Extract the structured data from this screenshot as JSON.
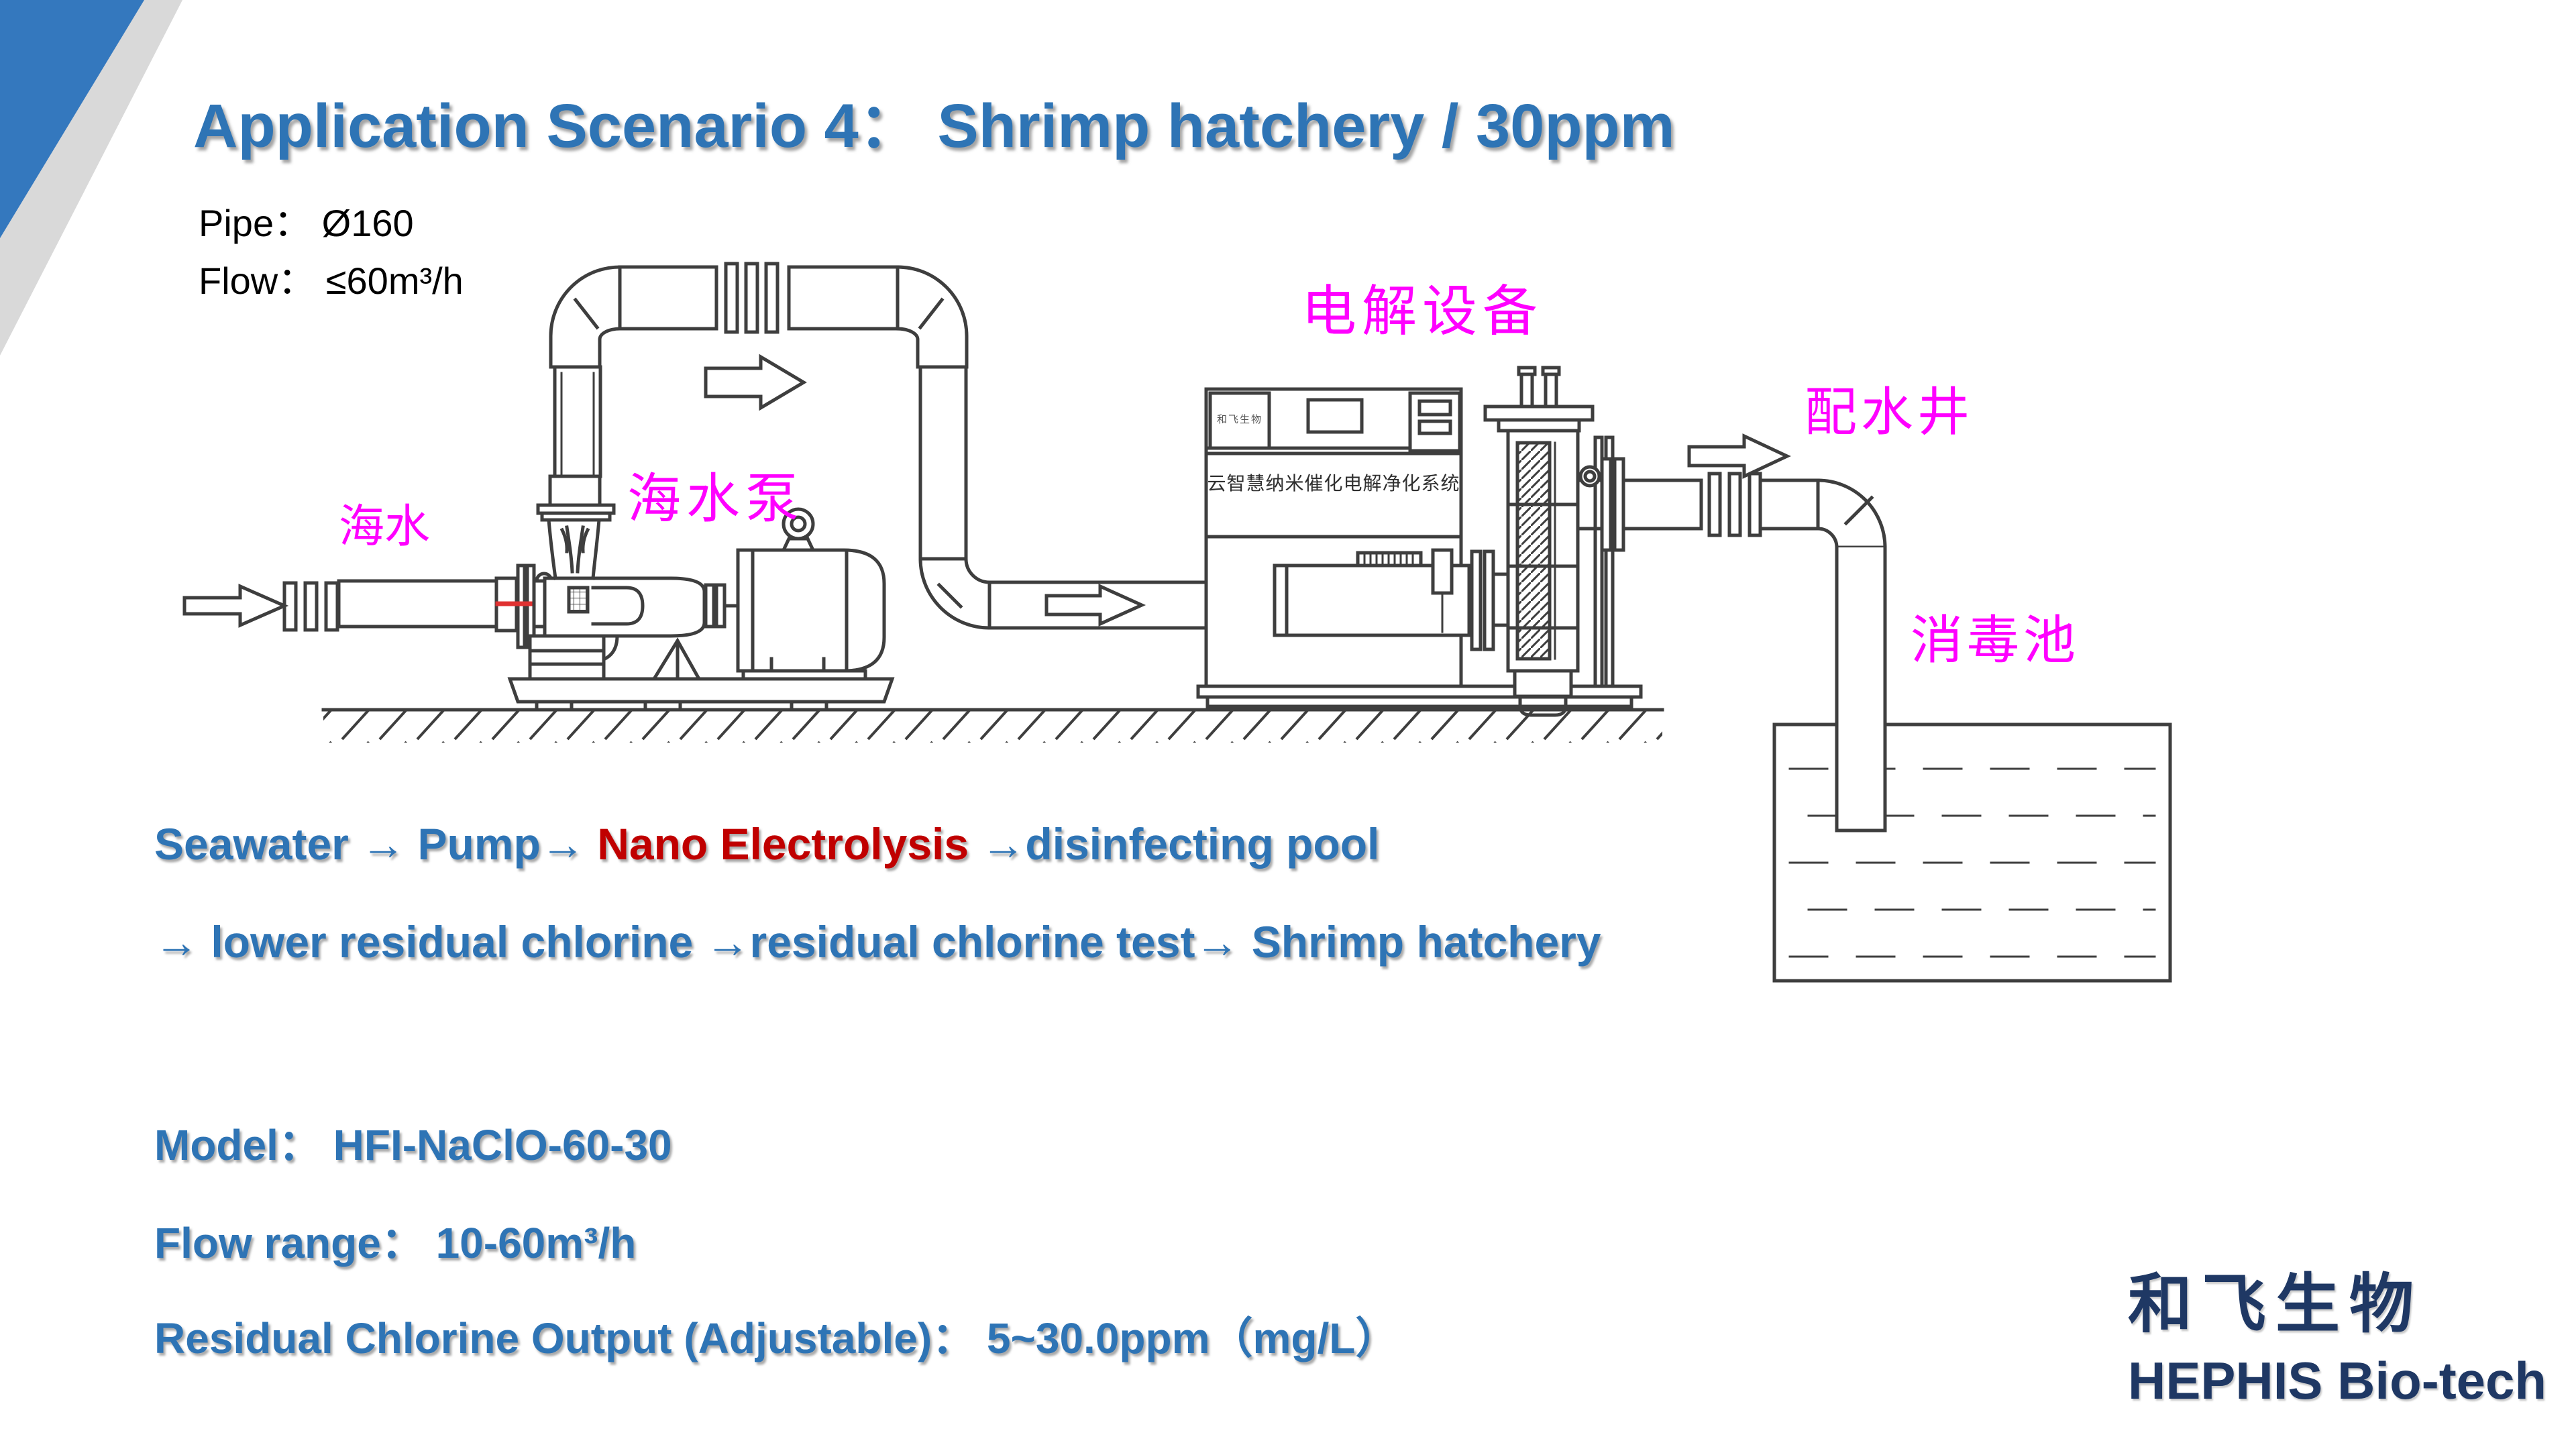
{
  "slide": {
    "title": "Application Scenario 4： Shrimp hatchery / 30ppm",
    "specs": {
      "pipe": "Pipe： Ø160",
      "flow": "Flow： ≤60m³/h"
    },
    "diagram": {
      "labels": {
        "seawater": "海水",
        "seawater_pump": "海水泵",
        "electrolysis_equipment": "电解设备",
        "water_distribution_well": "配水井",
        "disinfecting_pool": "消毒池"
      },
      "cabinet": {
        "brand_plate": "和飞生物",
        "system_name": "云智慧纳米催化电解净化系统"
      }
    },
    "process_flow": {
      "line1": {
        "part1": "Seawater → Pump→ ",
        "highlight": "Nano Electrolysis",
        "part2": " →disinfecting pool"
      },
      "line2": "→ lower residual chlorine →residual chlorine test→ Shrimp hatchery"
    },
    "details": {
      "model": "Model： HFI-NaClO-60-30",
      "flow_range": "Flow range： 10-60m³/h",
      "residual_chlorine": "Residual Chlorine Output (Adjustable)： 5~30.0ppm（mg/L）"
    },
    "logo": {
      "cn": "和飞生物",
      "en": "HEPHIS Bio-tech"
    }
  },
  "theme": {
    "accent_blue": "#2E74B5",
    "highlight_red": "#C00000",
    "label_magenta": "#FF00FF",
    "logo_navy": "#1F3864",
    "corner_blue": "#3478BE",
    "corner_gray": "#D9D9D9",
    "line_gray": "#3E3E3E",
    "mark_red": "#E03131"
  }
}
